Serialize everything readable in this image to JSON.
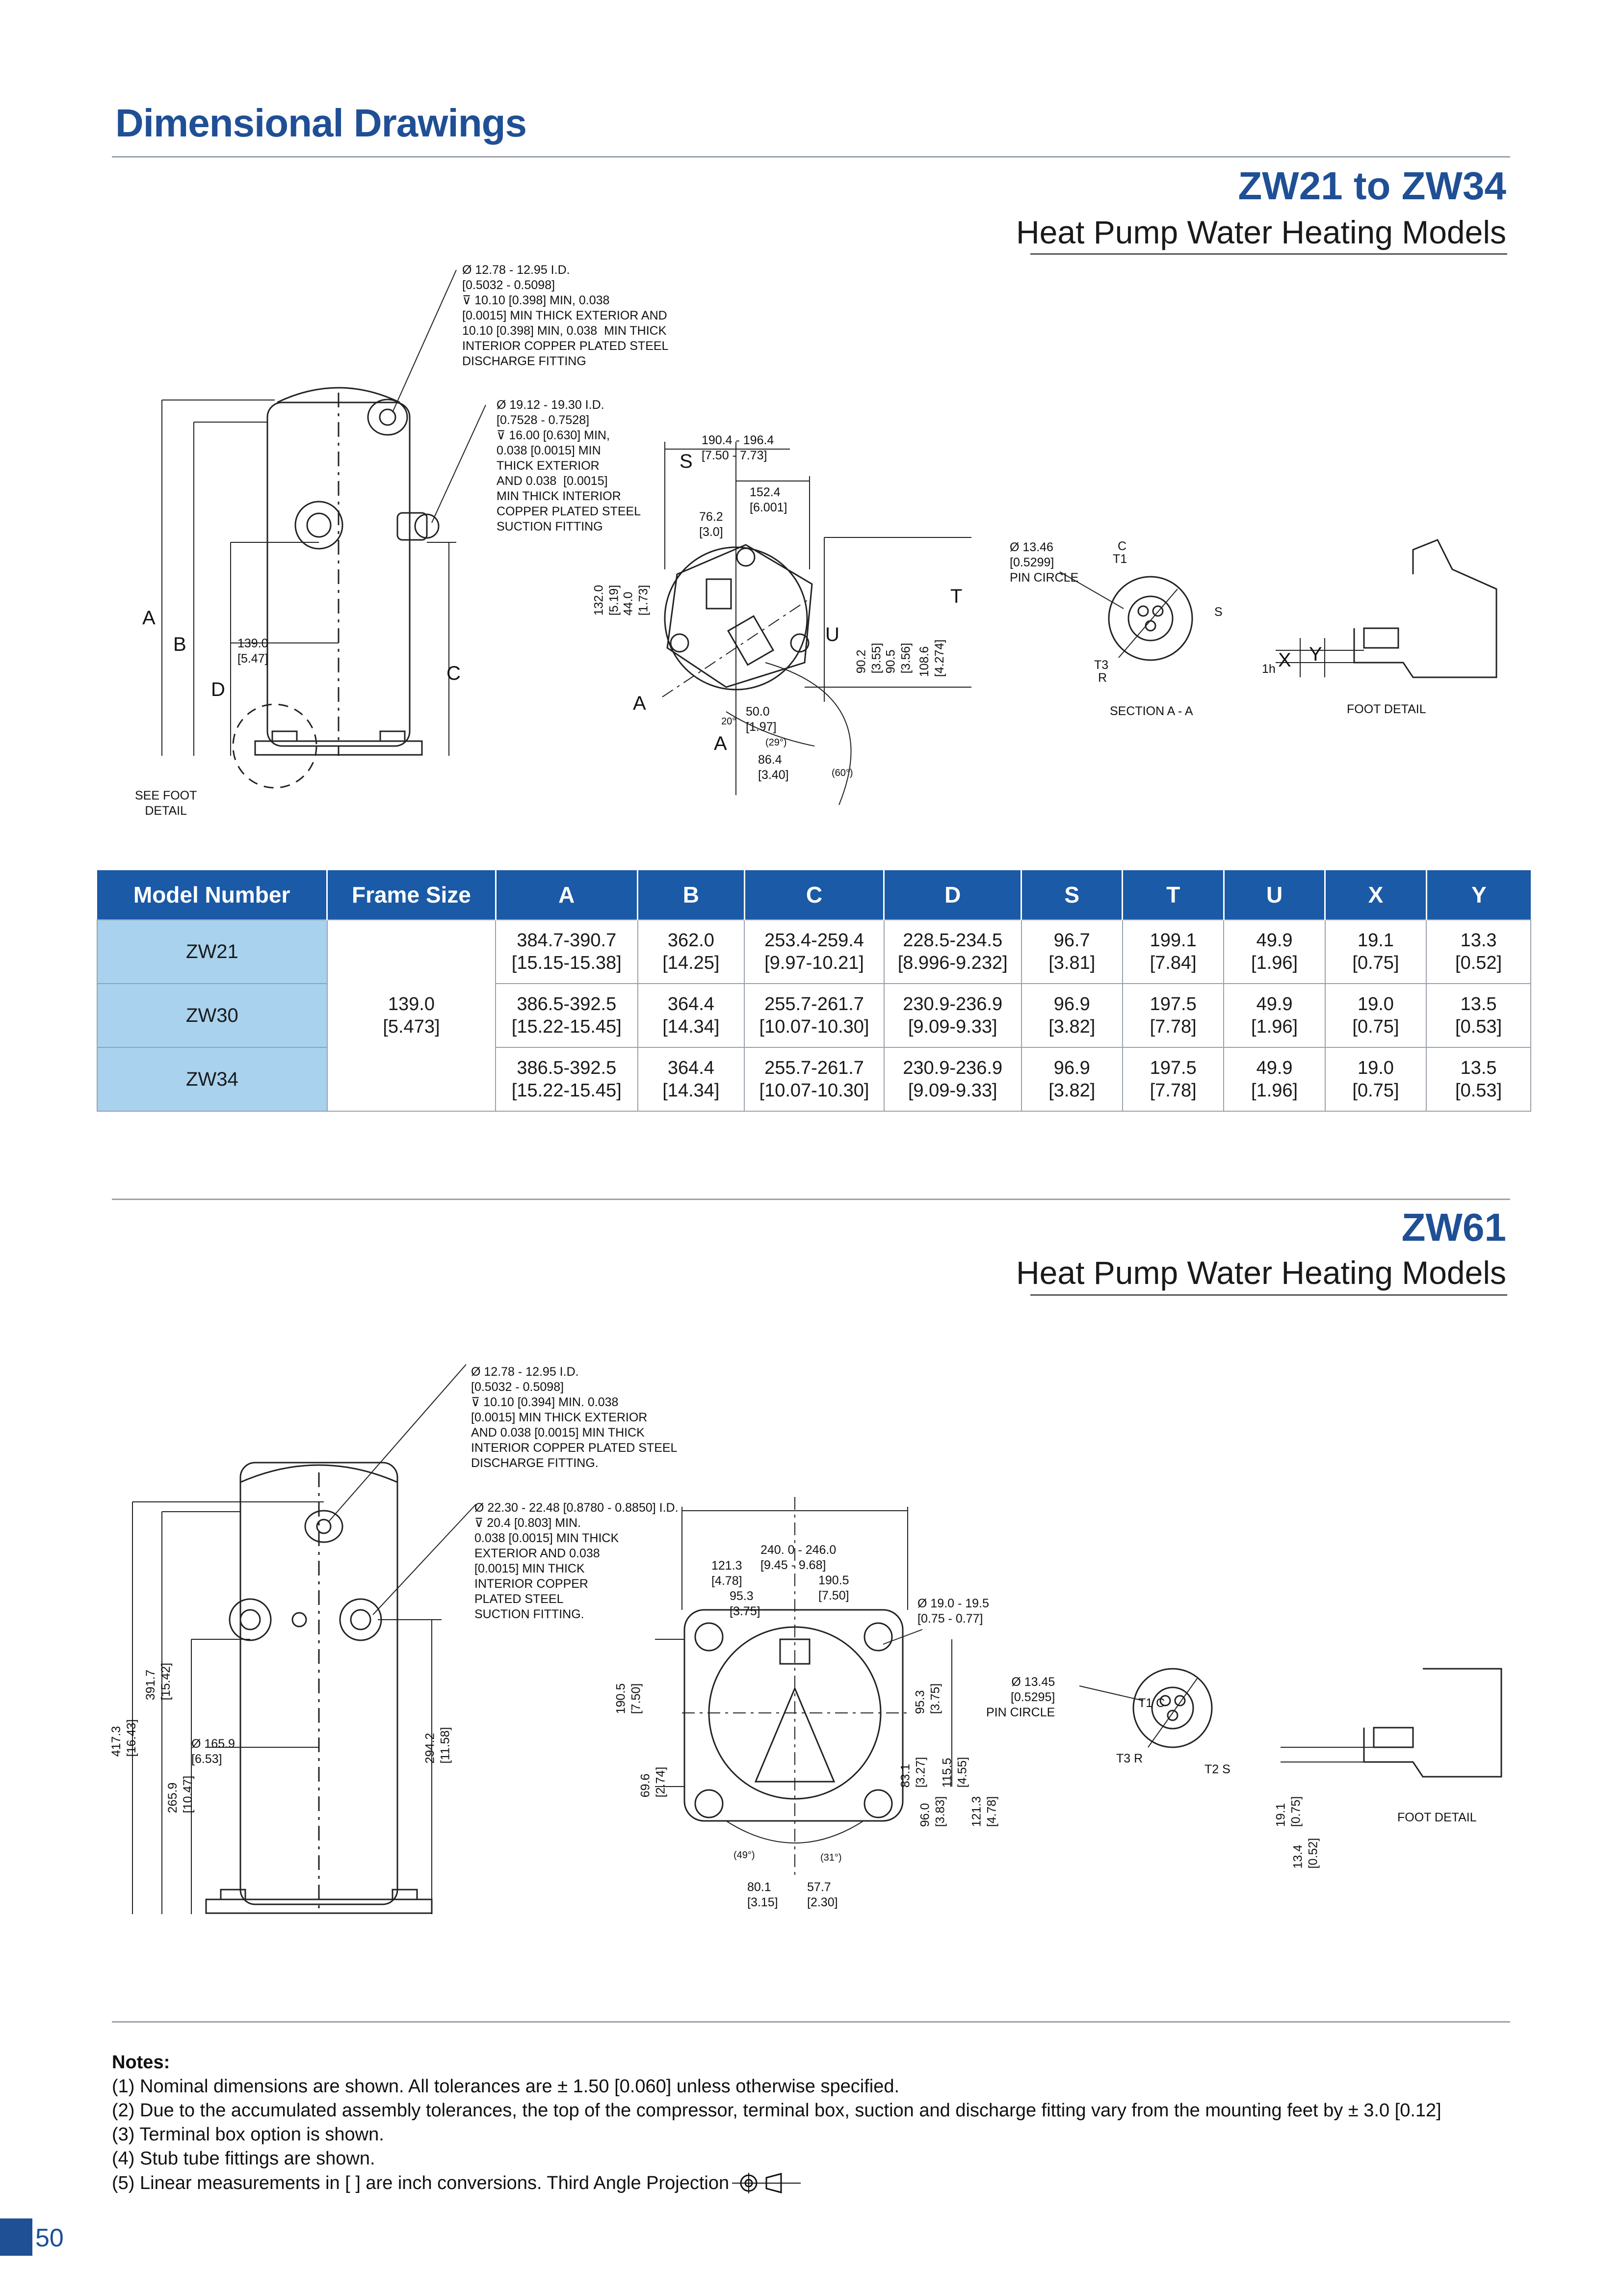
{
  "page_title": "Dimensional Drawings",
  "page_number": "50",
  "section1": {
    "model_heading": "ZW21 to ZW34",
    "subheading": "Heat Pump Water Heating Models",
    "drawing": {
      "discharge_callout": "Ø 12.78 - 12.95 I.D.\n[0.5032 - 0.5098]\n⊽ 10.10 [0.398] MIN, 0.038\n[0.0015] MIN THICK EXTERIOR AND\n10.10 [0.398] MIN, 0.038  MIN THICK\nINTERIOR COPPER PLATED STEEL\nDISCHARGE FITTING",
      "suction_callout": "Ø 19.12 - 19.30 I.D.\n[0.7528 - 0.7528]\n⊽ 16.00 [0.630] MIN,\n0.038 [0.0015] MIN\nTHICK EXTERIOR\nAND 0.038  [0.0015]\nMIN THICK INTERIOR\nCOPPER PLATED STEEL\nSUCTION FITTING",
      "labels": {
        "A": "A",
        "B": "B",
        "C": "C",
        "D": "D",
        "see_foot": "SEE FOOT\nDETAIL",
        "dia139": "139.0\n[5.47]",
        "S": "S",
        "T": "T",
        "U": "U",
        "dim190": "190.4 - 196.4\n[7.50 - 7.73]",
        "dim152": "152.4\n[6.001]",
        "dim76": "76.2\n[3.0]",
        "dim132": "132.0\n[5.19]",
        "dim44": "44.0\n[1.73]",
        "dim90": "90.2\n[3.55]",
        "dim905": "90.5\n[3.56]",
        "dim108": "108.6\n[4.274]",
        "dim50": "50.0\n[1.97]",
        "dim864": "86.4\n[3.40]",
        "ang20": "20°",
        "ang29": "(29°)",
        "ang60": "(60°)",
        "pin_circle": "Ø 13.46\n[0.5299]\nPIN CIRCLE",
        "T1": "T1",
        "T3": "T3",
        "R": "R",
        "Sterm": "S",
        "section": "SECTION A - A",
        "foot_detail": "FOOT DETAIL",
        "X": "X",
        "Y": "Y",
        "one_h": "1h"
      }
    },
    "table": {
      "headers": [
        "Model Number",
        "Frame Size",
        "A",
        "B",
        "C",
        "D",
        "S",
        "T",
        "U",
        "X",
        "Y"
      ],
      "frame_size": "139.0\n[5.473]",
      "rows": [
        {
          "model": "ZW21",
          "A": "384.7-390.7\n[15.15-15.38]",
          "B": "362.0\n[14.25]",
          "C": "253.4-259.4\n[9.97-10.21]",
          "D": "228.5-234.5\n[8.996-9.232]",
          "S": "96.7\n[3.81]",
          "T": "199.1\n[7.84]",
          "U": "49.9\n[1.96]",
          "X": "19.1\n[0.75]",
          "Y": "13.3\n[0.52]"
        },
        {
          "model": "ZW30",
          "A": "386.5-392.5\n[15.22-15.45]",
          "B": "364.4\n[14.34]",
          "C": "255.7-261.7\n[10.07-10.30]",
          "D": "230.9-236.9\n[9.09-9.33]",
          "S": "96.9\n[3.82]",
          "T": "197.5\n[7.78]",
          "U": "49.9\n[1.96]",
          "X": "19.0\n[0.75]",
          "Y": "13.5\n[0.53]"
        },
        {
          "model": "ZW34",
          "A": "386.5-392.5\n[15.22-15.45]",
          "B": "364.4\n[14.34]",
          "C": "255.7-261.7\n[10.07-10.30]",
          "D": "230.9-236.9\n[9.09-9.33]",
          "S": "96.9\n[3.82]",
          "T": "197.5\n[7.78]",
          "U": "49.9\n[1.96]",
          "X": "19.0\n[0.75]",
          "Y": "13.5\n[0.53]"
        }
      ]
    }
  },
  "section2": {
    "model_heading": "ZW61",
    "subheading": "Heat Pump Water Heating Models",
    "drawing": {
      "discharge_callout": "Ø 12.78 - 12.95 I.D.\n[0.5032 - 0.5098]\n⊽ 10.10 [0.394] MIN. 0.038\n[0.0015] MIN THICK EXTERIOR\nAND 0.038 [0.0015] MIN THICK\nINTERIOR COPPER PLATED STEEL\nDISCHARGE FITTING.",
      "suction_callout": "Ø 22.30 - 22.48 [0.8780 - 0.8850] I.D.\n⊽ 20.4 [0.803] MIN.\n0.038 [0.0015] MIN THICK\nEXTERIOR AND 0.038\n[0.0015] MIN THICK\nINTERIOR COPPER\nPLATED STEEL\nSUCTION FITTING.",
      "labels": {
        "dim417": "417.3\n[16.43]",
        "dim391": "391.7\n[15.42]",
        "dim265": "265.9\n[10.47]",
        "dia165": "Ø 165.9\n[6.53]",
        "dim294": "294.2\n[11.58]",
        "dim240": "240. 0 - 246.0\n[9.45 - 9.68]",
        "dim121a": "121.3\n[4.78]",
        "dim1905a": "190.5\n[7.50]",
        "dim95": "95.3\n[3.75]",
        "dia19": "Ø 19.0 - 19.5\n[0.75 - 0.77]",
        "dim1905b": "190.5\n[7.50]",
        "dim953b": "95.3\n[3.75]",
        "dim696": "69.6\n[2.74]",
        "dim831": "83.1\n[3.27]",
        "dim960": "96.0\n[3.83]",
        "dim115": "115.5\n[4.55]",
        "dim121b": "121.3\n[4.78]",
        "ang49": "(49°)",
        "ang31": "(31°)",
        "dim801": "80.1\n[3.15]",
        "dim577": "57.7\n[2.30]",
        "pin_circle": "Ø 13.45\n[0.5295]\nPIN CIRCLE",
        "T1C": "T1 C",
        "T3R": "T3 R",
        "T2S": "T2 S",
        "dim191": "19.1\n[0.75]",
        "dim134": "13.4\n[0.52]",
        "foot_detail": "FOOT DETAIL"
      }
    }
  },
  "notes": {
    "heading": "Notes:",
    "items": [
      "(1) Nominal dimensions are shown. All tolerances are ± 1.50 [0.060] unless otherwise specified.",
      "(2) Due to the accumulated assembly tolerances, the top of the compressor, terminal box, suction and discharge fitting vary from the mounting feet by ± 3.0 [0.12]",
      "(3) Terminal box option is shown.",
      "(4) Stub tube fittings are shown.",
      "(5) Linear measurements in [   ] are inch conversions. Third Angle Projection"
    ]
  },
  "colors": {
    "brand_blue": "#1f4f95",
    "table_header": "#1a5aa6",
    "model_cell": "#a9d2ee"
  }
}
